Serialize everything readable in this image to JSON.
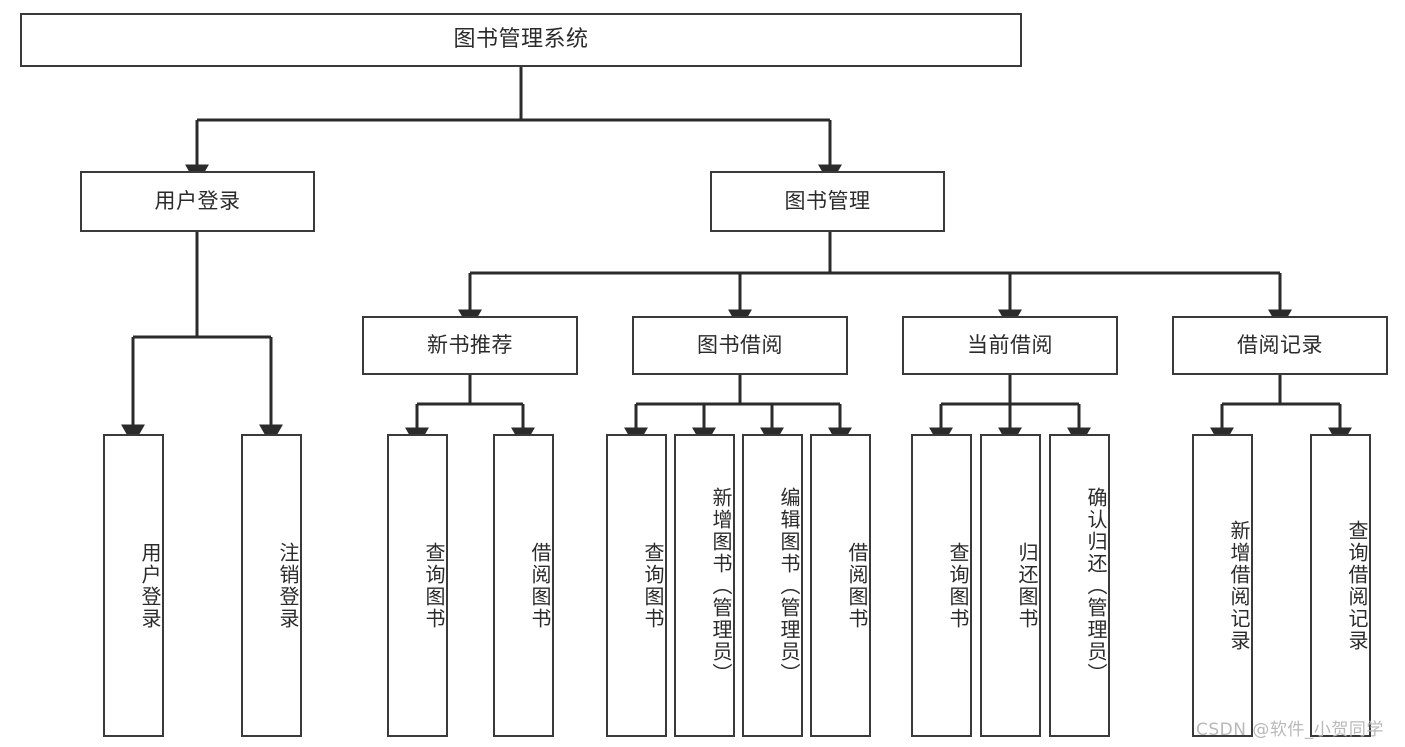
{
  "diagram": {
    "title": "图书管理系统",
    "type": "function-structure-tree",
    "root": {
      "label": "图书管理系统"
    },
    "level2": [
      {
        "id": "user-login",
        "label": "用户登录"
      },
      {
        "id": "book-management",
        "label": "图书管理"
      }
    ],
    "level3": [
      {
        "id": "new-book-recommend",
        "label": "新书推荐",
        "parent": "book-management"
      },
      {
        "id": "book-borrow",
        "label": "图书借阅",
        "parent": "book-management"
      },
      {
        "id": "current-borrow",
        "label": "当前借阅",
        "parent": "book-management"
      },
      {
        "id": "borrow-record",
        "label": "借阅记录",
        "parent": "book-management"
      }
    ],
    "leaves": [
      {
        "id": "leaf-user-login",
        "label": "用户登录",
        "parent": "user-login"
      },
      {
        "id": "leaf-logout-login",
        "label": "注销登录",
        "parent": "user-login"
      },
      {
        "id": "leaf-query-book-1",
        "label": "查询图书",
        "parent": "new-book-recommend"
      },
      {
        "id": "leaf-borrow-book-1",
        "label": "借阅图书",
        "parent": "new-book-recommend"
      },
      {
        "id": "leaf-query-book-2",
        "label": "查询图书",
        "parent": "book-borrow"
      },
      {
        "id": "leaf-add-book",
        "label": "新增图书（管理员）",
        "parent": "book-borrow"
      },
      {
        "id": "leaf-edit-book",
        "label": "编辑图书（管理员）",
        "parent": "book-borrow"
      },
      {
        "id": "leaf-borrow-book-2",
        "label": "借阅图书",
        "parent": "book-borrow"
      },
      {
        "id": "leaf-query-book-3",
        "label": "查询图书",
        "parent": "current-borrow"
      },
      {
        "id": "leaf-return-book",
        "label": "归还图书",
        "parent": "current-borrow"
      },
      {
        "id": "leaf-confirm-return",
        "label": "确认归还（管理员）",
        "parent": "current-borrow"
      },
      {
        "id": "leaf-add-record",
        "label": "新增借阅记录",
        "parent": "borrow-record"
      },
      {
        "id": "leaf-query-record",
        "label": "查询借阅记录",
        "parent": "borrow-record"
      }
    ]
  },
  "watermark": {
    "text": "CSDN @软件_小贺同学"
  },
  "colors": {
    "background": "#ffffff",
    "box_border": "#3a3a3a",
    "connector": "#2b2b2b",
    "text": "#2b2b2b",
    "watermark": "#b9b9b9"
  }
}
